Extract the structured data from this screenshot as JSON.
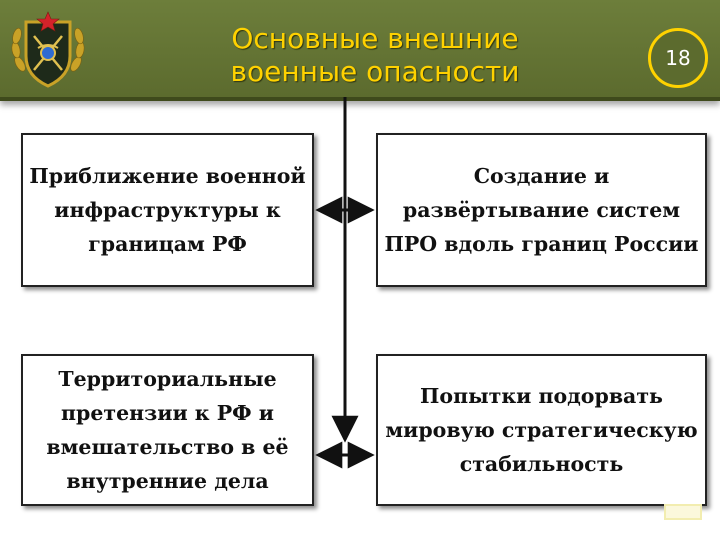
{
  "header": {
    "title_line1": "Основные внешние",
    "title_line2": "военные опасности",
    "page_number": "18",
    "background_color": "#5c6b2e",
    "title_color": "#ffd200",
    "emblem": "military-emblem-icon"
  },
  "boxes": {
    "top_left": "Приближение военной инфраструктуры к границам РФ",
    "top_right": "Создание и развёртывание систем ПРО вдоль границ России",
    "bottom_left": "Территориальные претензии к РФ и вмешательство в её внутренние дела",
    "bottom_right": "Попытки подорвать мировую стратегическую стабильность"
  }
}
